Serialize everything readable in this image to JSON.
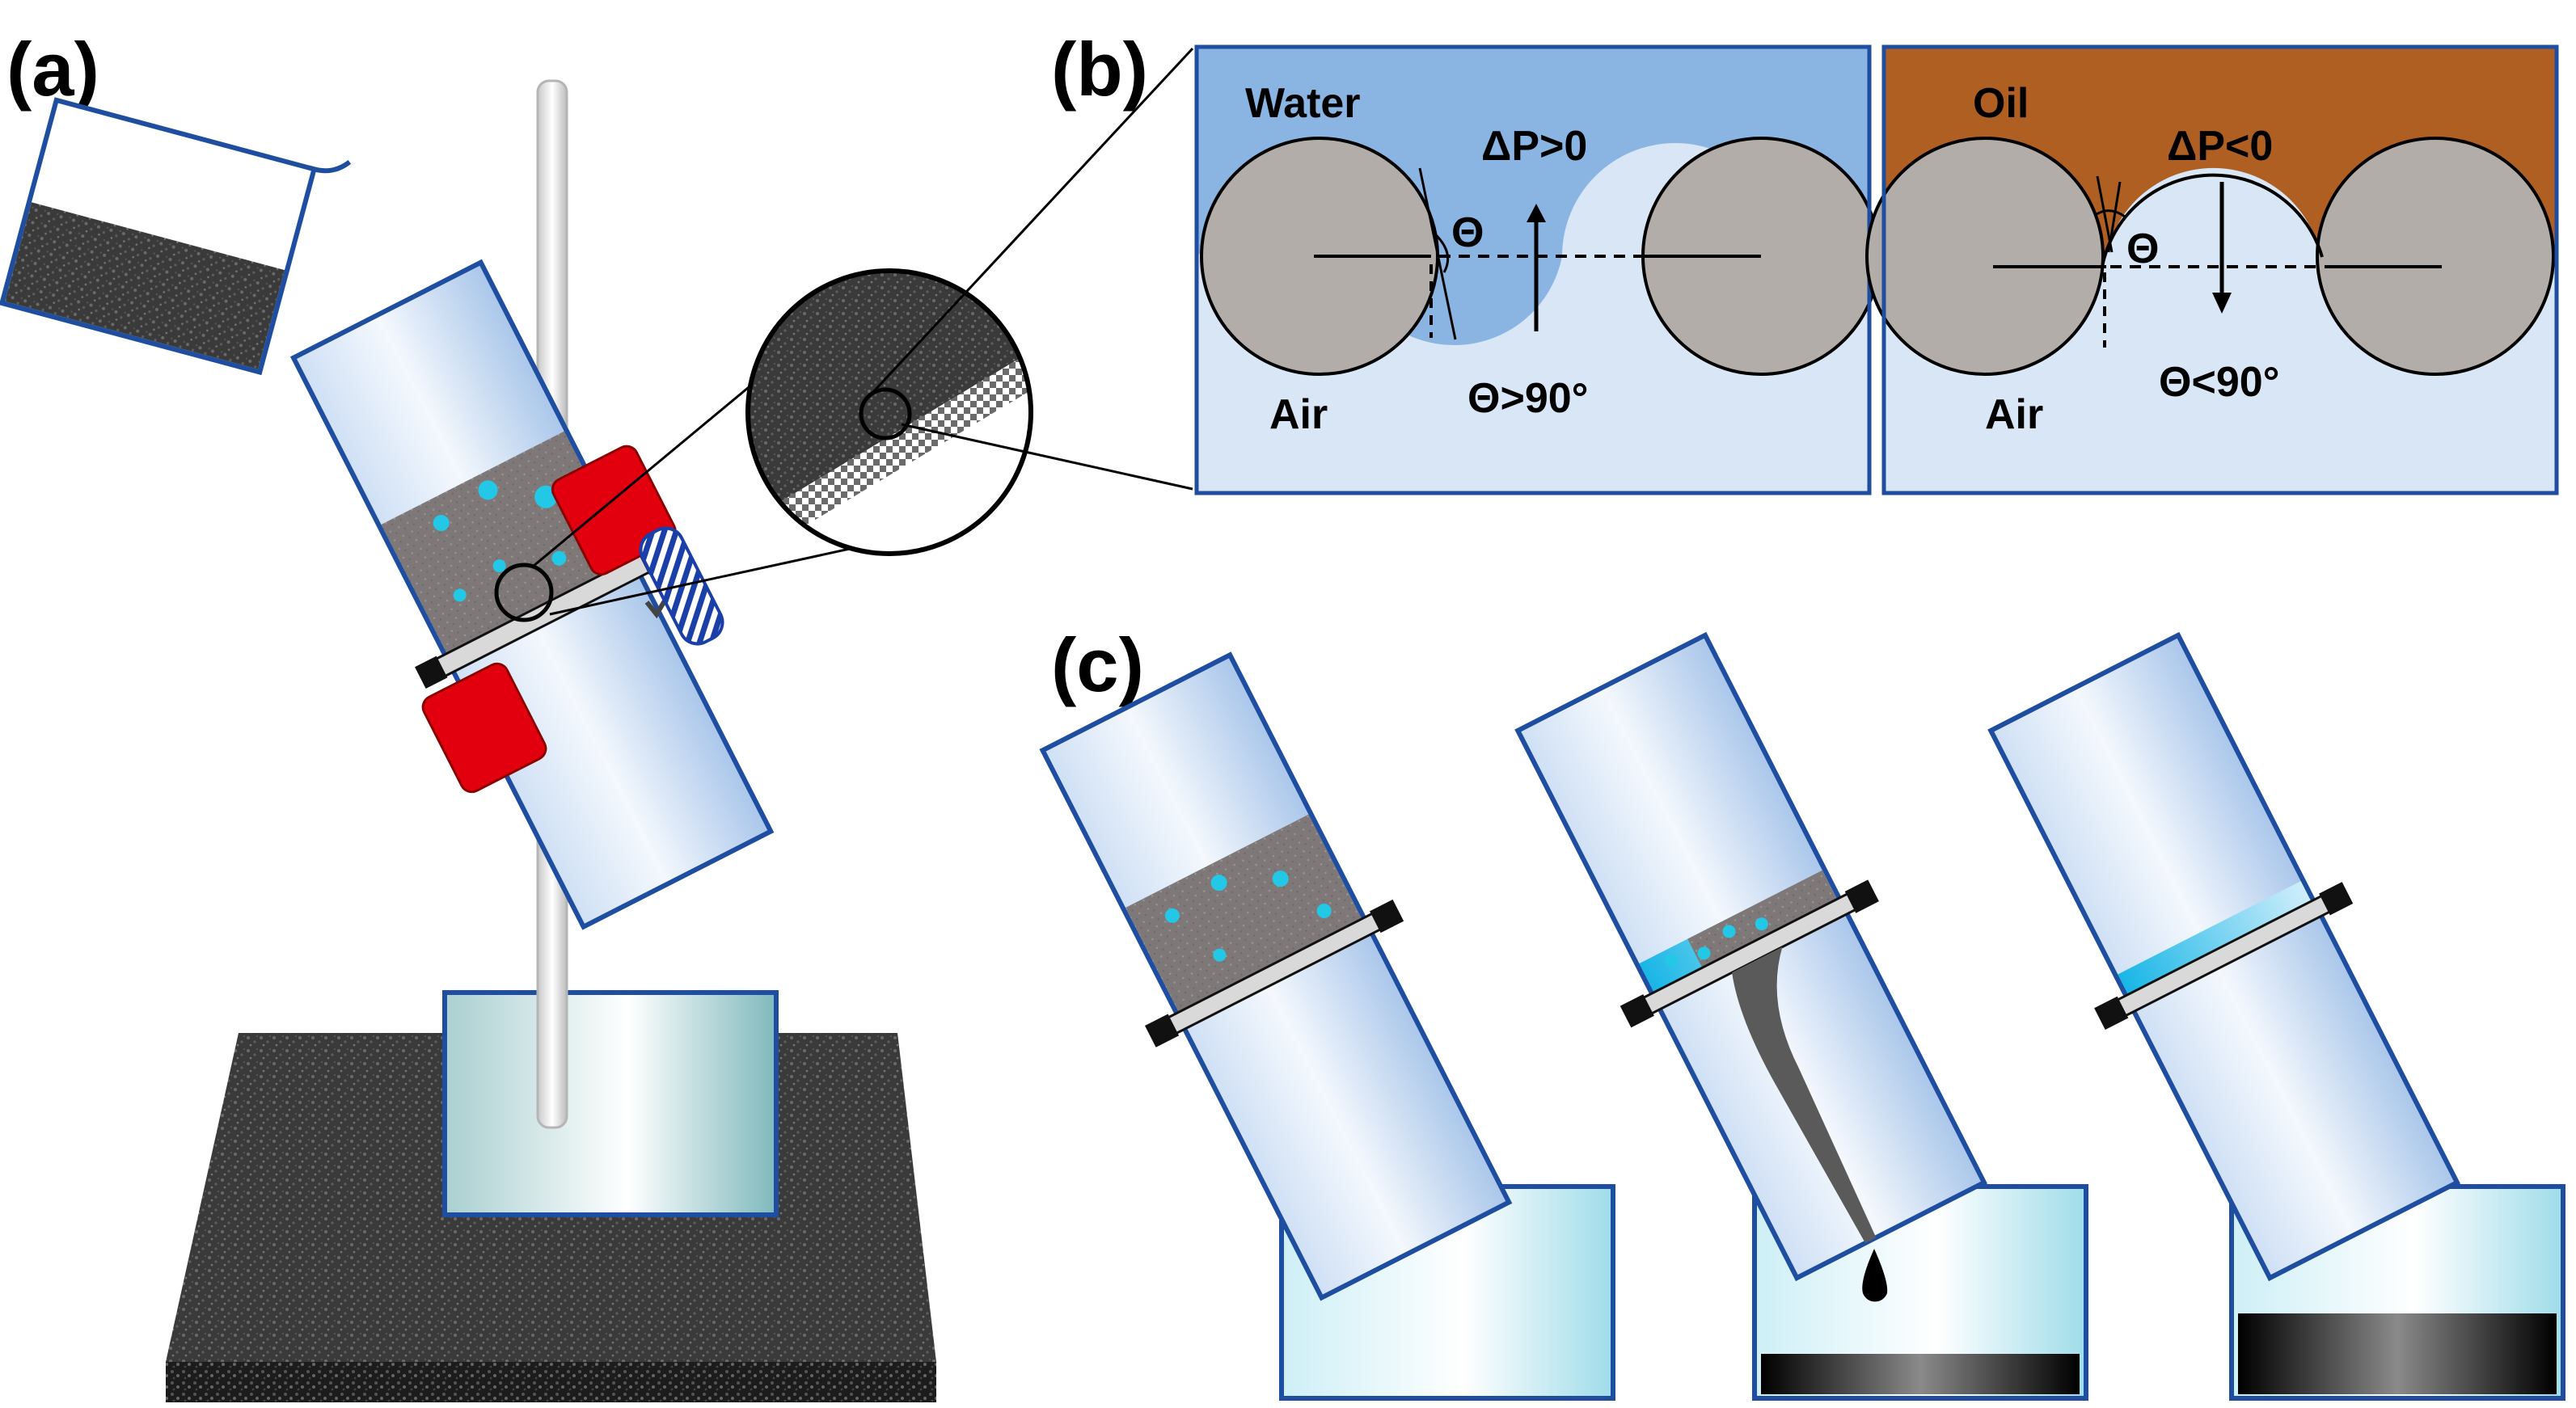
{
  "panels": {
    "a": {
      "label": "(a)"
    },
    "b": {
      "label": "(b)",
      "water_case": {
        "top_medium": "Water",
        "bottom_medium": "Air",
        "pressure": "ΔP>0",
        "angle_symbol": "Θ",
        "angle_condition": "Θ>90°"
      },
      "oil_case": {
        "top_medium": "Oil",
        "bottom_medium": "Air",
        "pressure": "ΔP<0",
        "angle_symbol": "Θ",
        "angle_condition": "Θ<90°"
      }
    },
    "c": {
      "label": "(c)"
    }
  },
  "colors": {
    "water": "#8AB4E2",
    "oil": "#B05F22",
    "air": "#D8E6F6",
    "fiber": "#B3ADAA",
    "clamp": "#E2000F",
    "screw": "#1A3FA8",
    "stand_base": "#4A4A4A",
    "blue_droplet": "#22C8E6"
  }
}
